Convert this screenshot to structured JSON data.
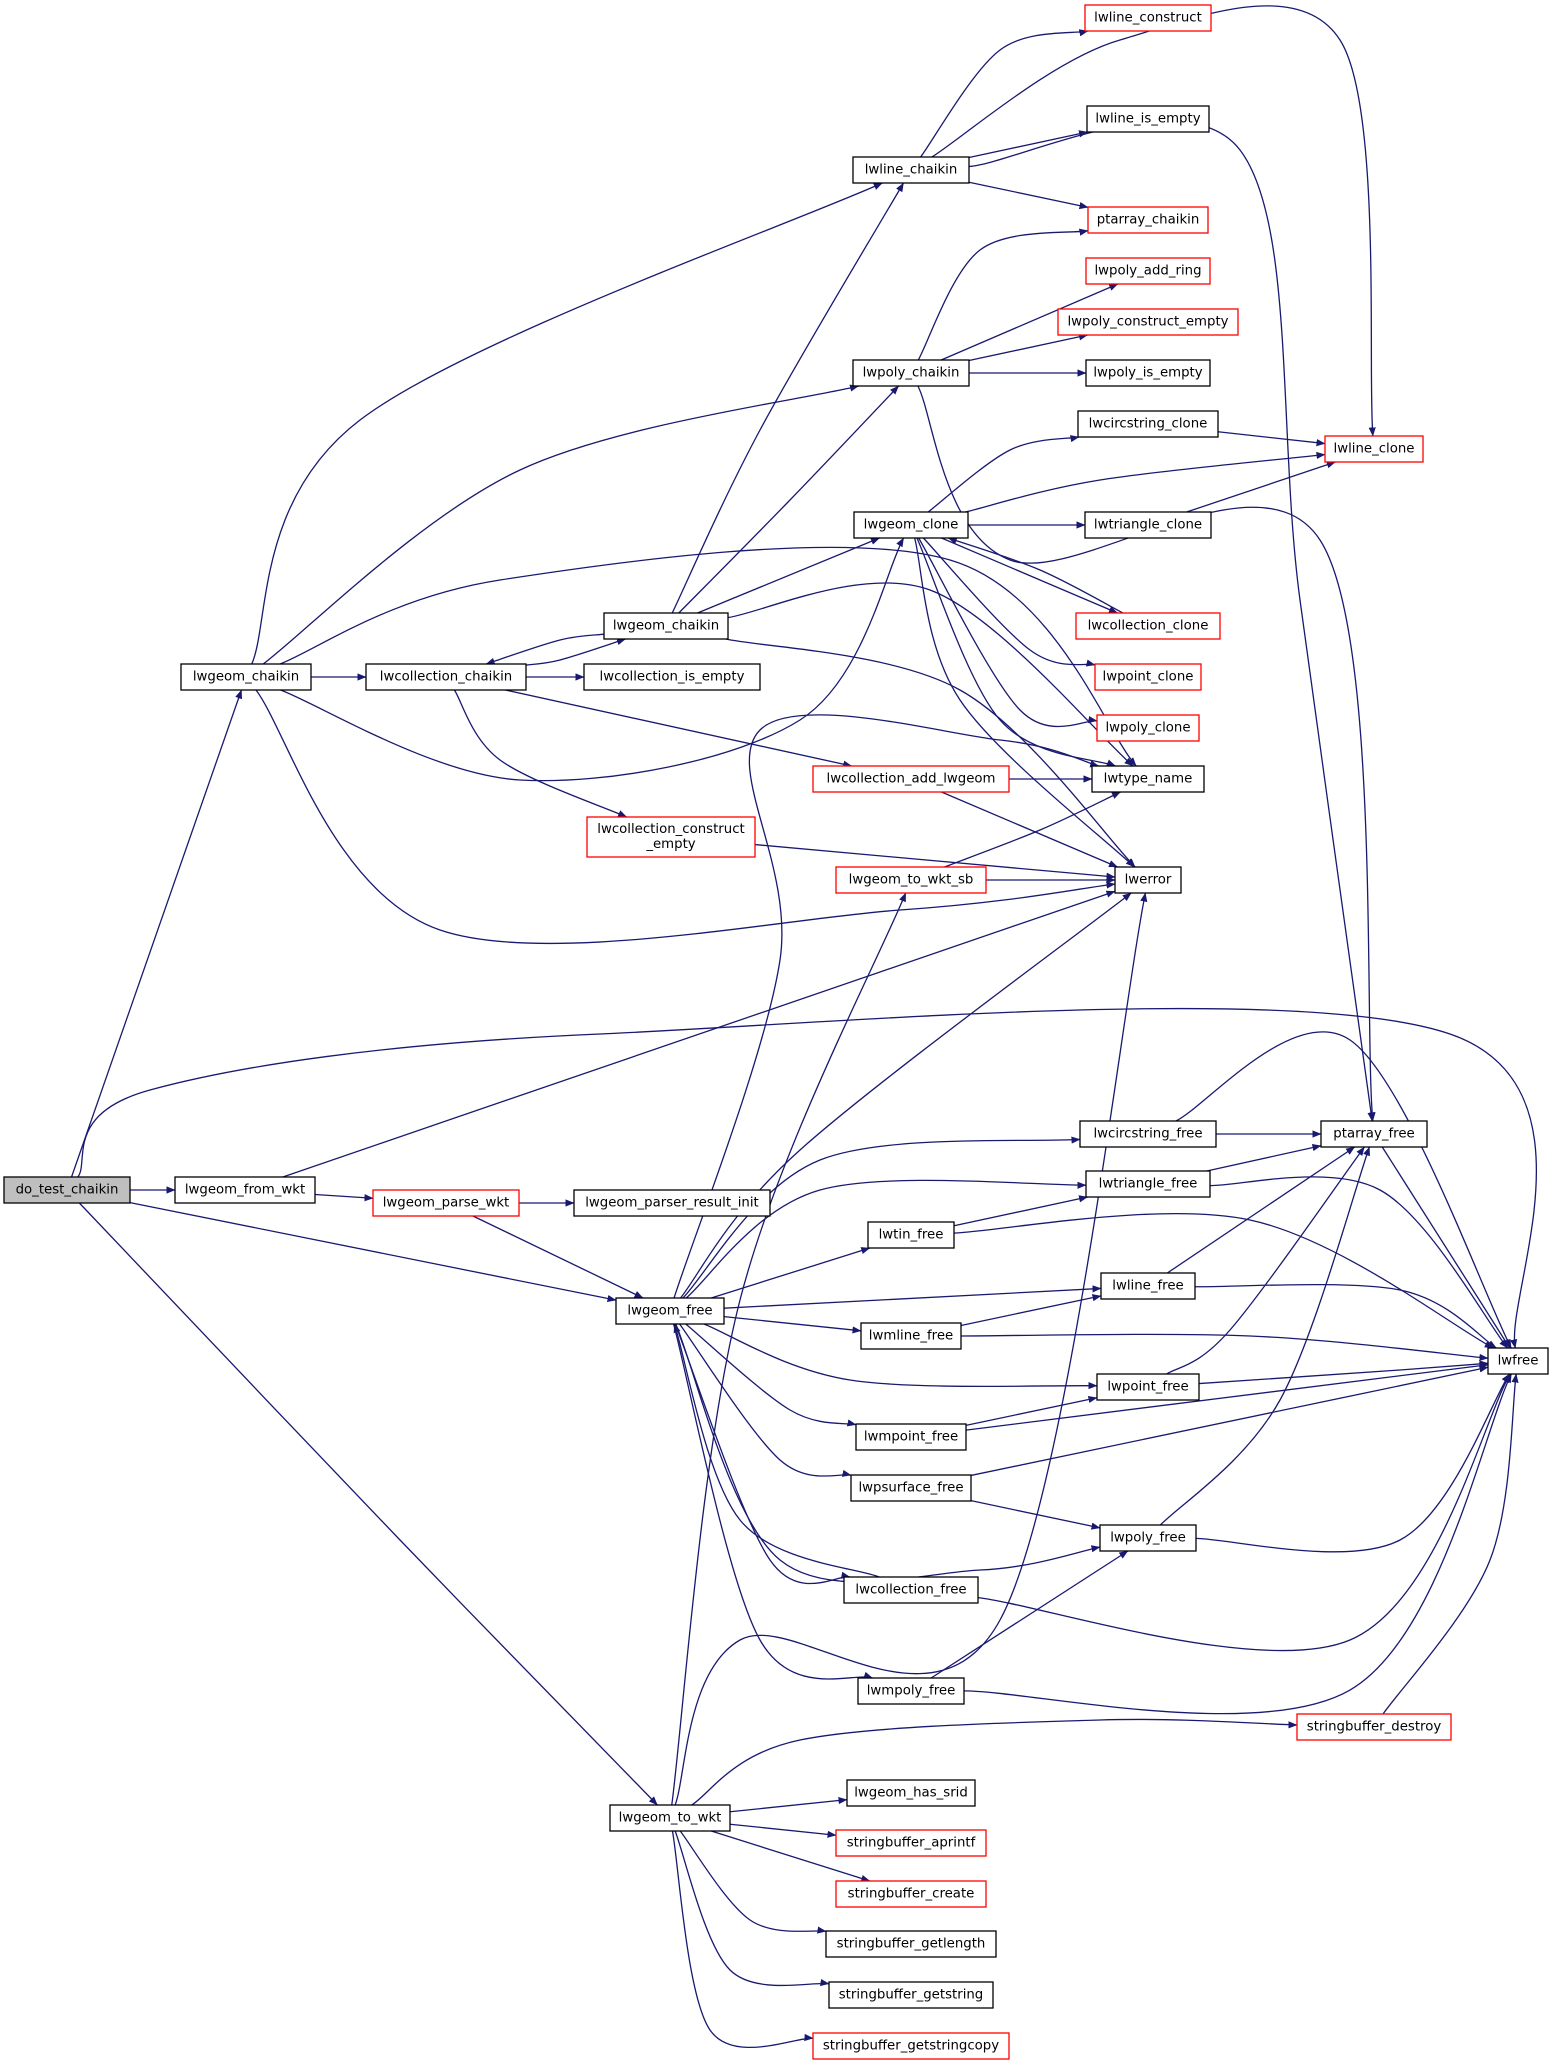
{
  "graph": {
    "colors": {
      "edge": "#191970",
      "node_border": "#000000",
      "node_border_truncated": "#ff0000",
      "node_fill": "#ffffff",
      "root_fill": "#bfbfbf",
      "text": "#000000"
    },
    "nodes": [
      {
        "id": "do_test_chaikin",
        "lines": [
          "do_test_chaikin"
        ],
        "style": "root"
      },
      {
        "id": "lwgeom_chaikin_1",
        "lines": [
          "lwgeom_chaikin"
        ],
        "style": "black"
      },
      {
        "id": "lwgeom_from_wkt",
        "lines": [
          "lwgeom_from_wkt"
        ],
        "style": "black"
      },
      {
        "id": "lwgeom_free",
        "lines": [
          "lwgeom_free"
        ],
        "style": "black"
      },
      {
        "id": "lwgeom_to_wkt",
        "lines": [
          "lwgeom_to_wkt"
        ],
        "style": "black"
      },
      {
        "id": "lwcollection_chaikin",
        "lines": [
          "lwcollection_chaikin"
        ],
        "style": "black"
      },
      {
        "id": "lwgeom_chaikin_2",
        "lines": [
          "lwgeom_chaikin"
        ],
        "style": "black"
      },
      {
        "id": "lwcollection_is_empty",
        "lines": [
          "lwcollection_is_empty"
        ],
        "style": "black"
      },
      {
        "id": "lwcollection_construct_empty",
        "lines": [
          "lwcollection_construct",
          "_empty"
        ],
        "style": "red"
      },
      {
        "id": "lwline_chaikin",
        "lines": [
          "lwline_chaikin"
        ],
        "style": "black"
      },
      {
        "id": "lwpoly_chaikin",
        "lines": [
          "lwpoly_chaikin"
        ],
        "style": "black"
      },
      {
        "id": "lwgeom_clone",
        "lines": [
          "lwgeom_clone"
        ],
        "style": "black"
      },
      {
        "id": "lwcollection_add_lwgeom",
        "lines": [
          "lwcollection_add_lwgeom"
        ],
        "style": "red"
      },
      {
        "id": "lwgeom_to_wkt_sb",
        "lines": [
          "lwgeom_to_wkt_sb"
        ],
        "style": "red"
      },
      {
        "id": "lwgeom_parse_wkt",
        "lines": [
          "lwgeom_parse_wkt"
        ],
        "style": "red"
      },
      {
        "id": "lwgeom_parser_result_init",
        "lines": [
          "lwgeom_parser_result_init"
        ],
        "style": "black"
      },
      {
        "id": "lwtin_free",
        "lines": [
          "lwtin_free"
        ],
        "style": "black"
      },
      {
        "id": "lwmline_free",
        "lines": [
          "lwmline_free"
        ],
        "style": "black"
      },
      {
        "id": "lwmpoint_free",
        "lines": [
          "lwmpoint_free"
        ],
        "style": "black"
      },
      {
        "id": "lwpsurface_free",
        "lines": [
          "lwpsurface_free"
        ],
        "style": "black"
      },
      {
        "id": "lwcollection_free",
        "lines": [
          "lwcollection_free"
        ],
        "style": "black"
      },
      {
        "id": "lwmpoly_free",
        "lines": [
          "lwmpoly_free"
        ],
        "style": "black"
      },
      {
        "id": "lwgeom_has_srid",
        "lines": [
          "lwgeom_has_srid"
        ],
        "style": "black"
      },
      {
        "id": "stringbuffer_aprintf",
        "lines": [
          "stringbuffer_aprintf"
        ],
        "style": "red"
      },
      {
        "id": "stringbuffer_create",
        "lines": [
          "stringbuffer_create"
        ],
        "style": "red"
      },
      {
        "id": "stringbuffer_getlength",
        "lines": [
          "stringbuffer_getlength"
        ],
        "style": "black"
      },
      {
        "id": "stringbuffer_getstring",
        "lines": [
          "stringbuffer_getstring"
        ],
        "style": "black"
      },
      {
        "id": "stringbuffer_getstringcopy",
        "lines": [
          "stringbuffer_getstringcopy"
        ],
        "style": "red"
      },
      {
        "id": "lwline_construct",
        "lines": [
          "lwline_construct"
        ],
        "style": "red"
      },
      {
        "id": "lwline_is_empty",
        "lines": [
          "lwline_is_empty"
        ],
        "style": "black"
      },
      {
        "id": "ptarray_chaikin",
        "lines": [
          "ptarray_chaikin"
        ],
        "style": "red"
      },
      {
        "id": "lwpoly_add_ring",
        "lines": [
          "lwpoly_add_ring"
        ],
        "style": "red"
      },
      {
        "id": "lwpoly_construct_empty",
        "lines": [
          "lwpoly_construct_empty"
        ],
        "style": "red"
      },
      {
        "id": "lwpoly_is_empty",
        "lines": [
          "lwpoly_is_empty"
        ],
        "style": "black"
      },
      {
        "id": "lwcircstring_clone",
        "lines": [
          "lwcircstring_clone"
        ],
        "style": "black"
      },
      {
        "id": "lwtriangle_clone",
        "lines": [
          "lwtriangle_clone"
        ],
        "style": "black"
      },
      {
        "id": "lwcollection_clone",
        "lines": [
          "lwcollection_clone"
        ],
        "style": "red"
      },
      {
        "id": "lwpoint_clone",
        "lines": [
          "lwpoint_clone"
        ],
        "style": "red"
      },
      {
        "id": "lwpoly_clone",
        "lines": [
          "lwpoly_clone"
        ],
        "style": "red"
      },
      {
        "id": "lwtype_name",
        "lines": [
          "lwtype_name"
        ],
        "style": "black"
      },
      {
        "id": "lwerror",
        "lines": [
          "lwerror"
        ],
        "style": "black"
      },
      {
        "id": "lwcircstring_free",
        "lines": [
          "lwcircstring_free"
        ],
        "style": "black"
      },
      {
        "id": "lwtriangle_free",
        "lines": [
          "lwtriangle_free"
        ],
        "style": "black"
      },
      {
        "id": "lwline_free",
        "lines": [
          "lwline_free"
        ],
        "style": "black"
      },
      {
        "id": "lwpoint_free",
        "lines": [
          "lwpoint_free"
        ],
        "style": "black"
      },
      {
        "id": "lwpoly_free",
        "lines": [
          "lwpoly_free"
        ],
        "style": "black"
      },
      {
        "id": "stringbuffer_destroy",
        "lines": [
          "stringbuffer_destroy"
        ],
        "style": "red"
      },
      {
        "id": "lwline_clone",
        "lines": [
          "lwline_clone"
        ],
        "style": "red"
      },
      {
        "id": "ptarray_free",
        "lines": [
          "ptarray_free"
        ],
        "style": "black"
      },
      {
        "id": "lwfree",
        "lines": [
          "lwfree"
        ],
        "style": "black"
      }
    ],
    "edges": [
      [
        "do_test_chaikin",
        "lwgeom_chaikin_1"
      ],
      [
        "do_test_chaikin",
        "lwgeom_from_wkt"
      ],
      [
        "do_test_chaikin",
        "lwgeom_free"
      ],
      [
        "do_test_chaikin",
        "lwgeom_to_wkt"
      ],
      [
        "do_test_chaikin",
        "lwfree"
      ],
      [
        "lwgeom_chaikin_1",
        "lwcollection_chaikin"
      ],
      [
        "lwgeom_chaikin_1",
        "lwline_chaikin"
      ],
      [
        "lwgeom_chaikin_1",
        "lwpoly_chaikin"
      ],
      [
        "lwgeom_chaikin_1",
        "lwgeom_clone"
      ],
      [
        "lwgeom_chaikin_1",
        "lwtype_name"
      ],
      [
        "lwgeom_chaikin_1",
        "lwerror"
      ],
      [
        "lwcollection_chaikin",
        "lwgeom_chaikin_2"
      ],
      [
        "lwcollection_chaikin",
        "lwcollection_is_empty"
      ],
      [
        "lwcollection_chaikin",
        "lwcollection_construct_empty"
      ],
      [
        "lwcollection_chaikin",
        "lwcollection_add_lwgeom"
      ],
      [
        "lwgeom_chaikin_2",
        "lwcollection_chaikin"
      ],
      [
        "lwgeom_chaikin_2",
        "lwline_chaikin"
      ],
      [
        "lwgeom_chaikin_2",
        "lwpoly_chaikin"
      ],
      [
        "lwgeom_chaikin_2",
        "lwgeom_clone"
      ],
      [
        "lwgeom_chaikin_2",
        "lwtype_name"
      ],
      [
        "lwgeom_chaikin_2",
        "lwerror"
      ],
      [
        "lwline_chaikin",
        "lwline_construct"
      ],
      [
        "lwline_chaikin",
        "lwline_is_empty"
      ],
      [
        "lwline_chaikin",
        "ptarray_chaikin"
      ],
      [
        "lwline_chaikin",
        "lwline_clone"
      ],
      [
        "lwline_chaikin",
        "ptarray_free"
      ],
      [
        "lwpoly_chaikin",
        "ptarray_chaikin"
      ],
      [
        "lwpoly_chaikin",
        "lwpoly_add_ring"
      ],
      [
        "lwpoly_chaikin",
        "lwpoly_construct_empty"
      ],
      [
        "lwpoly_chaikin",
        "lwpoly_is_empty"
      ],
      [
        "lwpoly_chaikin",
        "ptarray_free"
      ],
      [
        "lwgeom_clone",
        "lwcircstring_clone"
      ],
      [
        "lwgeom_clone",
        "lwline_clone"
      ],
      [
        "lwgeom_clone",
        "lwtriangle_clone"
      ],
      [
        "lwgeom_clone",
        "lwcollection_clone"
      ],
      [
        "lwgeom_clone",
        "lwpoint_clone"
      ],
      [
        "lwgeom_clone",
        "lwpoly_clone"
      ],
      [
        "lwgeom_clone",
        "lwtype_name"
      ],
      [
        "lwgeom_clone",
        "lwerror"
      ],
      [
        "lwcircstring_clone",
        "lwline_clone"
      ],
      [
        "lwtriangle_clone",
        "lwline_clone"
      ],
      [
        "lwcollection_clone",
        "lwgeom_clone"
      ],
      [
        "lwcollection_add_lwgeom",
        "lwtype_name"
      ],
      [
        "lwcollection_add_lwgeom",
        "lwerror"
      ],
      [
        "lwcollection_construct_empty",
        "lwerror"
      ],
      [
        "lwgeom_to_wkt_sb",
        "lwtype_name"
      ],
      [
        "lwgeom_to_wkt_sb",
        "lwerror"
      ],
      [
        "lwgeom_from_wkt",
        "lwgeom_parse_wkt"
      ],
      [
        "lwgeom_from_wkt",
        "lwerror"
      ],
      [
        "lwgeom_parse_wkt",
        "lwgeom_parser_result_init"
      ],
      [
        "lwgeom_parse_wkt",
        "lwgeom_free"
      ],
      [
        "lwgeom_free",
        "lwtype_name"
      ],
      [
        "lwgeom_free",
        "lwerror"
      ],
      [
        "lwgeom_free",
        "lwcircstring_free"
      ],
      [
        "lwgeom_free",
        "lwtriangle_free"
      ],
      [
        "lwgeom_free",
        "lwtin_free"
      ],
      [
        "lwgeom_free",
        "lwline_free"
      ],
      [
        "lwgeom_free",
        "lwmline_free"
      ],
      [
        "lwgeom_free",
        "lwpoint_free"
      ],
      [
        "lwgeom_free",
        "lwmpoint_free"
      ],
      [
        "lwgeom_free",
        "lwpsurface_free"
      ],
      [
        "lwgeom_free",
        "lwpoly_free"
      ],
      [
        "lwgeom_free",
        "lwcollection_free"
      ],
      [
        "lwgeom_free",
        "lwmpoly_free"
      ],
      [
        "lwtin_free",
        "lwtriangle_free"
      ],
      [
        "lwtin_free",
        "lwfree"
      ],
      [
        "lwmline_free",
        "lwline_free"
      ],
      [
        "lwmline_free",
        "lwfree"
      ],
      [
        "lwmpoint_free",
        "lwpoint_free"
      ],
      [
        "lwmpoint_free",
        "lwfree"
      ],
      [
        "lwpsurface_free",
        "lwpoly_free"
      ],
      [
        "lwpsurface_free",
        "lwfree"
      ],
      [
        "lwcollection_free",
        "lwgeom_free"
      ],
      [
        "lwcollection_free",
        "lwfree"
      ],
      [
        "lwmpoly_free",
        "lwpoly_free"
      ],
      [
        "lwmpoly_free",
        "lwfree"
      ],
      [
        "lwcircstring_free",
        "ptarray_free"
      ],
      [
        "lwcircstring_free",
        "lwfree"
      ],
      [
        "lwtriangle_free",
        "ptarray_free"
      ],
      [
        "lwtriangle_free",
        "lwfree"
      ],
      [
        "lwline_free",
        "ptarray_free"
      ],
      [
        "lwline_free",
        "lwfree"
      ],
      [
        "lwpoint_free",
        "ptarray_free"
      ],
      [
        "lwpoint_free",
        "lwfree"
      ],
      [
        "lwpoly_free",
        "ptarray_free"
      ],
      [
        "lwpoly_free",
        "lwfree"
      ],
      [
        "ptarray_free",
        "lwfree"
      ],
      [
        "lwgeom_to_wkt",
        "lwgeom_to_wkt_sb"
      ],
      [
        "lwgeom_to_wkt",
        "lwerror"
      ],
      [
        "lwgeom_to_wkt",
        "stringbuffer_destroy"
      ],
      [
        "lwgeom_to_wkt",
        "lwgeom_has_srid"
      ],
      [
        "lwgeom_to_wkt",
        "stringbuffer_aprintf"
      ],
      [
        "lwgeom_to_wkt",
        "stringbuffer_create"
      ],
      [
        "lwgeom_to_wkt",
        "stringbuffer_getlength"
      ],
      [
        "lwgeom_to_wkt",
        "stringbuffer_getstring"
      ],
      [
        "lwgeom_to_wkt",
        "stringbuffer_getstringcopy"
      ],
      [
        "stringbuffer_destroy",
        "lwfree"
      ]
    ]
  }
}
